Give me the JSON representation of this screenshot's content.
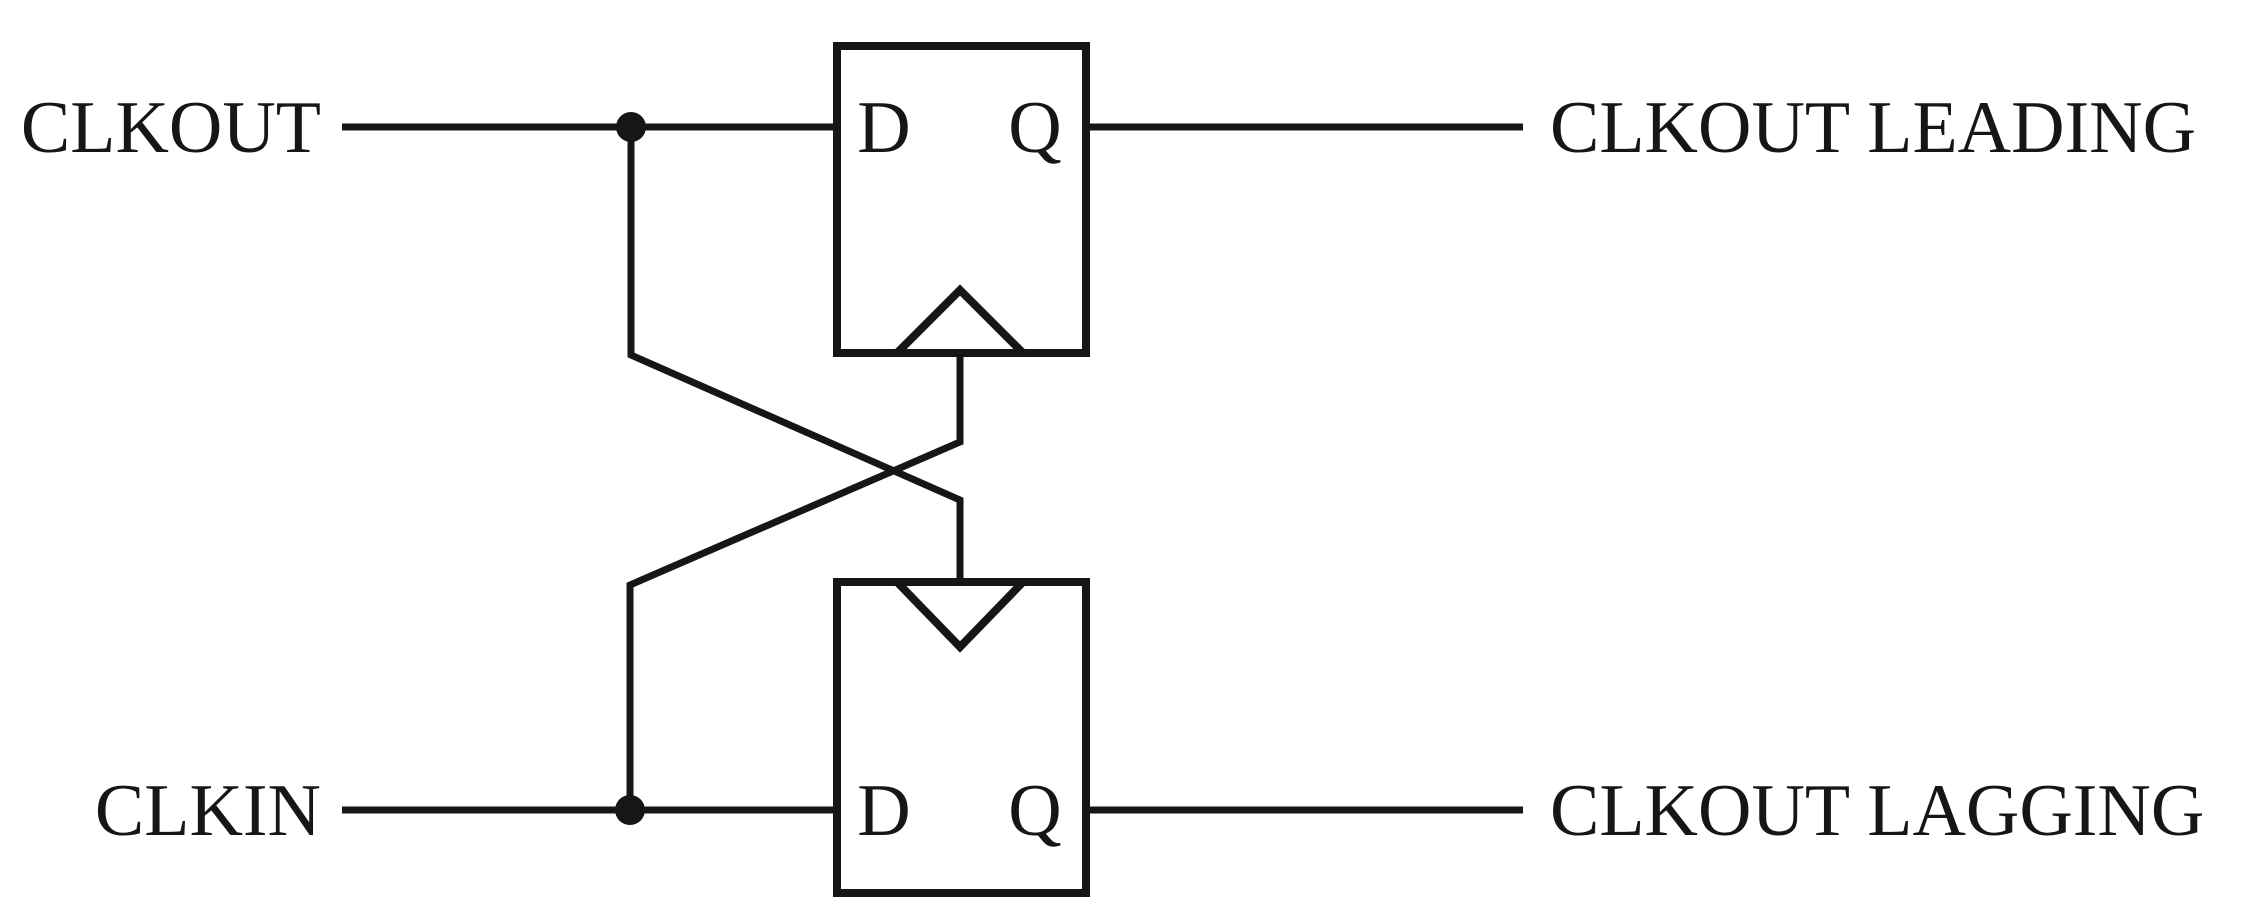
{
  "diagram": {
    "kind": "circuit-schematic",
    "subject": "clock phase detector built from two cross-clocked D flip-flops",
    "colors": {
      "ink": "#161616",
      "background": "#ffffff"
    },
    "left_signals": {
      "top": "CLKOUT",
      "bottom": "CLKIN"
    },
    "right_signals": {
      "top": "CLKOUT LEADING",
      "bottom": "CLKOUT LAGGING"
    },
    "flipflop_top": {
      "d_label": "D",
      "q_label": "Q",
      "clock_symbol": "edge-triangle",
      "clock_driven_by": "CLKIN"
    },
    "flipflop_bottom": {
      "d_label": "D",
      "q_label": "Q",
      "clock_symbol": "edge-triangle",
      "clock_driven_by": "CLKOUT"
    }
  }
}
